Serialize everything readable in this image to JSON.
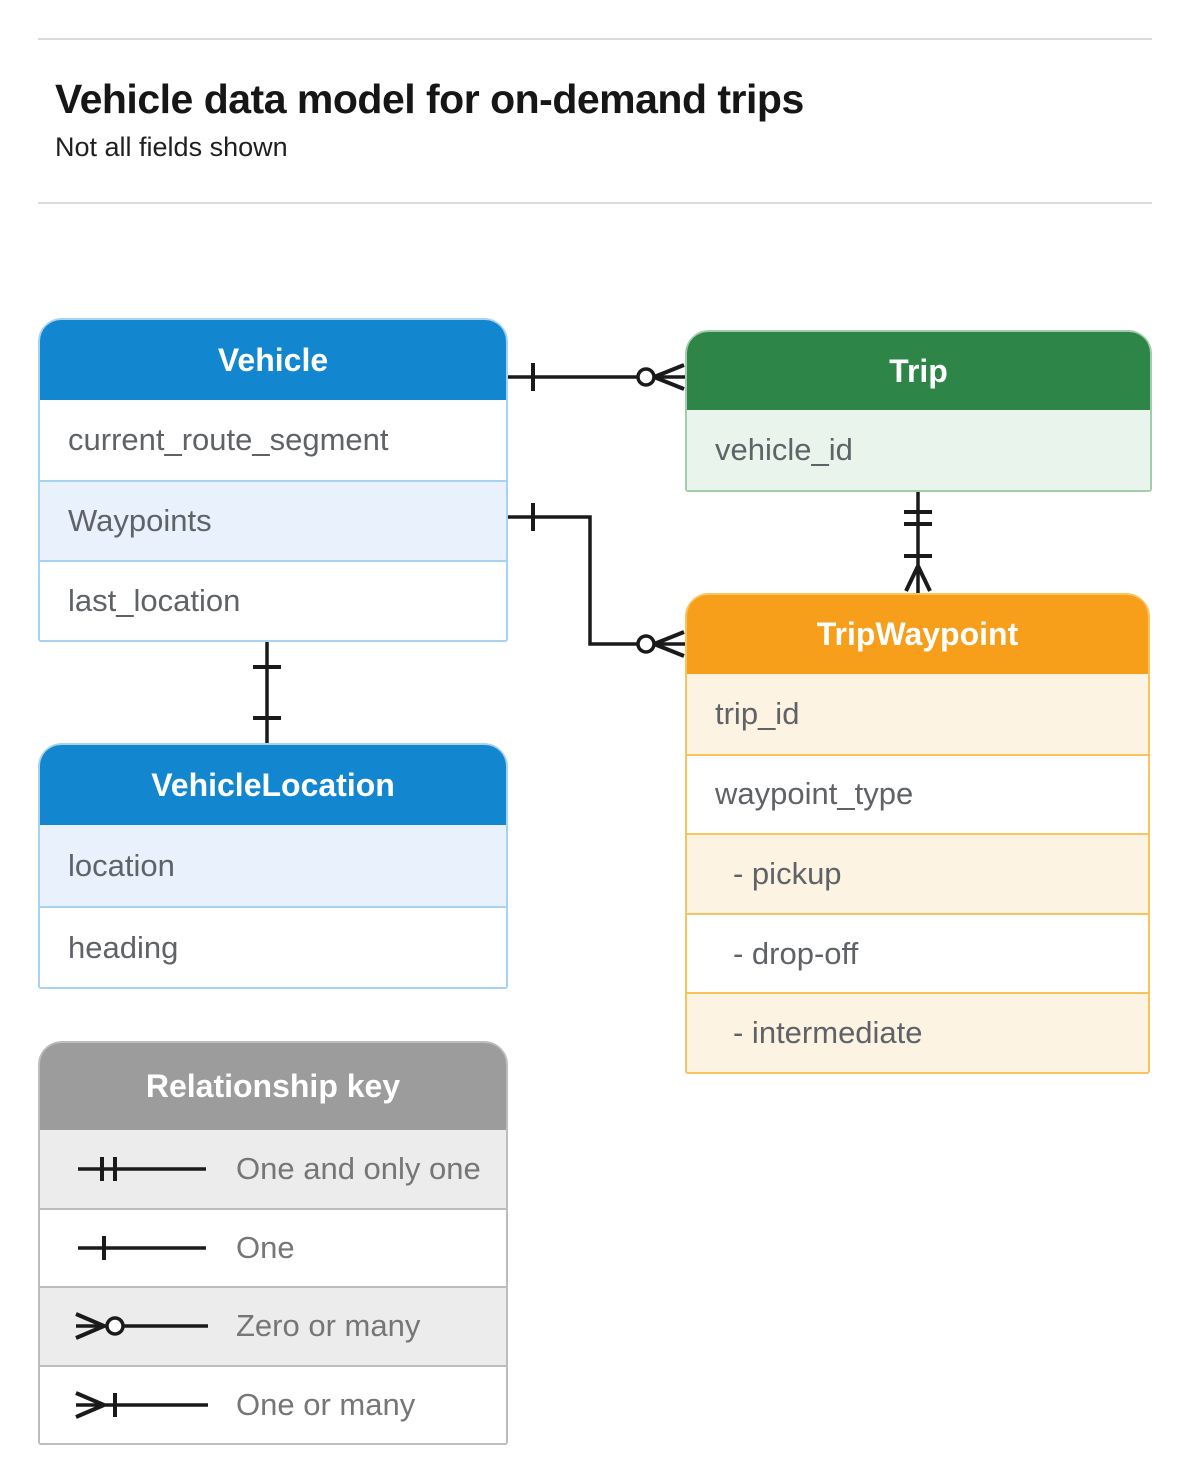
{
  "page": {
    "title": "Vehicle data model for on-demand trips",
    "subtitle": "Not all fields shown"
  },
  "entities": {
    "vehicle": {
      "title": "Vehicle",
      "fields": [
        "current_route_segment",
        "Waypoints",
        "last_location"
      ]
    },
    "trip": {
      "title": "Trip",
      "fields": [
        "vehicle_id"
      ]
    },
    "trip_waypoint": {
      "title": "TripWaypoint",
      "fields": [
        "trip_id",
        "waypoint_type",
        "- pickup",
        "- drop-off",
        "- intermediate"
      ]
    },
    "vehicle_location": {
      "title": "VehicleLocation",
      "fields": [
        "location",
        "heading"
      ]
    }
  },
  "relationships": [
    {
      "from": "Vehicle",
      "to": "Trip",
      "from_cardinality": "one",
      "to_cardinality": "zero-or-many"
    },
    {
      "from": "Vehicle.Waypoints",
      "to": "TripWaypoint",
      "from_cardinality": "one",
      "to_cardinality": "zero-or-many"
    },
    {
      "from": "Trip",
      "to": "TripWaypoint",
      "from_cardinality": "one-and-only-one",
      "to_cardinality": "one-or-many"
    },
    {
      "from": "Vehicle",
      "to": "VehicleLocation",
      "from_cardinality": "one",
      "to_cardinality": "one"
    }
  ],
  "relationship_key": {
    "title": "Relationship key",
    "items": [
      {
        "symbol": "one-and-only-one",
        "label": "One and only one"
      },
      {
        "symbol": "one",
        "label": "One"
      },
      {
        "symbol": "zero-or-many",
        "label": "Zero or many"
      },
      {
        "symbol": "one-or-many",
        "label": "One or many"
      }
    ]
  },
  "colors": {
    "blue_header": "#1287d0",
    "blue_tint": "#e8f1fc",
    "blue_border": "#a6d3f2",
    "green_header": "#2e8548",
    "green_tint": "#e9f4ec",
    "green_border": "#a3cbad",
    "orange_header": "#f79e1b",
    "orange_tint": "#fdf3e3",
    "orange_border": "#f9c45e",
    "gray_header": "#9c9c9c",
    "gray_tint": "#ececec",
    "gray_border": "#bdbdbd",
    "connector": "#1a1a1a",
    "field_text": "#5f6368"
  }
}
